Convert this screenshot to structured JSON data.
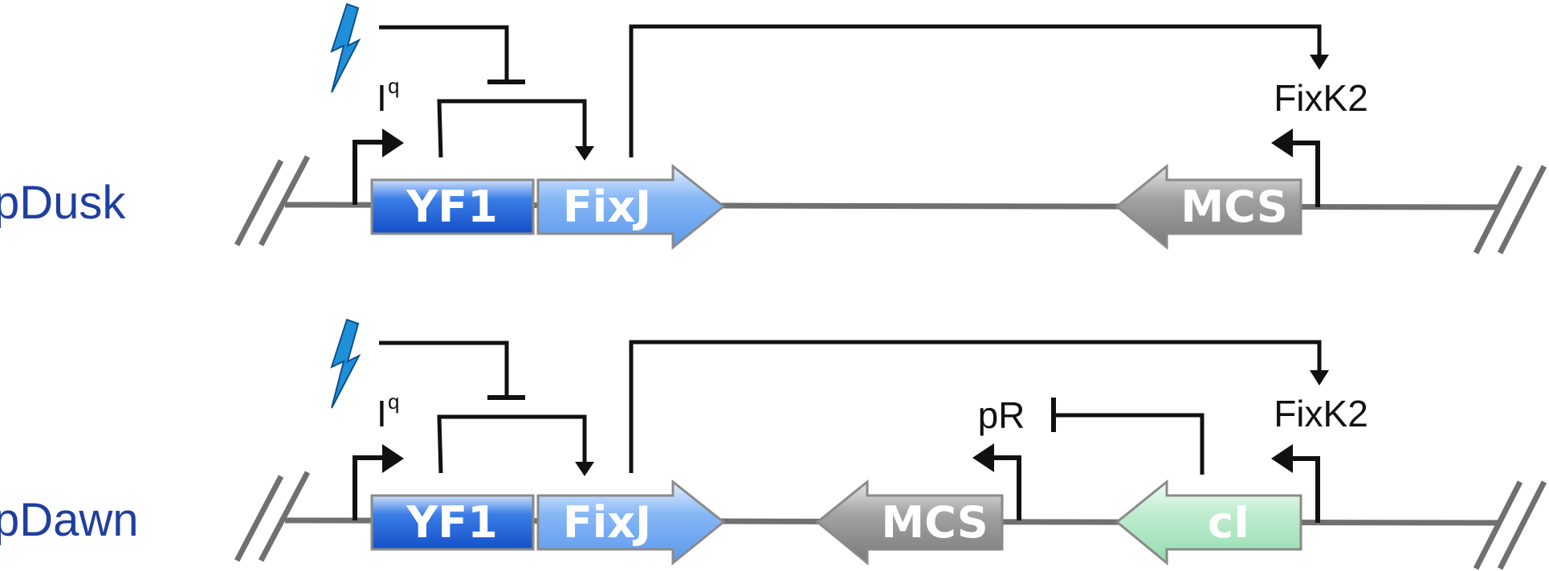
{
  "colors": {
    "construct_label": "#1f3fa0",
    "backbone": "#6e6e6e",
    "yf1": "#1f5ed8",
    "fixj": "#6aa6f2",
    "mcs": "#8c8c8c",
    "ci": "#9fe2bb",
    "lightning": "#1e90d8",
    "arrow": "#111111"
  },
  "constructs": [
    {
      "label": "pDusk",
      "genes": {
        "yf1": "YF1",
        "fixj": "FixJ",
        "mcs": "MCS"
      },
      "promoters": {
        "iq": "I",
        "iq_sup": "q",
        "fixk2": "FixK2"
      },
      "icons": [
        "lightning-icon"
      ]
    },
    {
      "label": "pDawn",
      "genes": {
        "yf1": "YF1",
        "fixj": "FixJ",
        "mcs": "MCS",
        "ci": "cI"
      },
      "promoters": {
        "iq": "I",
        "iq_sup": "q",
        "fixk2": "FixK2",
        "pr": "pR"
      },
      "icons": [
        "lightning-icon"
      ]
    }
  ]
}
